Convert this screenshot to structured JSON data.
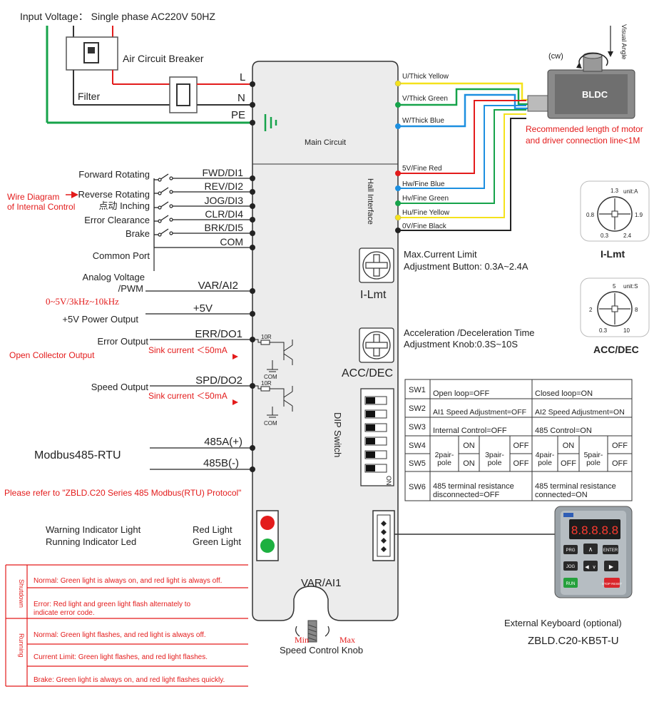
{
  "header": {
    "input_voltage": "Input Voltage：  Single phase AC220V 50HZ"
  },
  "power": {
    "breaker_label": "Air Circuit Breaker",
    "filter_label": "Filter",
    "L": "L",
    "N": "N",
    "PE": "PE",
    "main_circuit": "Main Circuit"
  },
  "motor": {
    "name": "BLDC",
    "cw": "(cw)",
    "visual_angle": "Visual Angle",
    "recommend_line1": "Recommended length of motor",
    "recommend_line2": "and driver connection line<1M",
    "wires": [
      {
        "label": "U/Thick Yellow",
        "color": "#f5e21b"
      },
      {
        "label": "V/Thick Green",
        "color": "#16a34a"
      },
      {
        "label": "W/Thick Blue",
        "color": "#1c8fe0"
      }
    ],
    "hall_interface": "Hall Interface",
    "hall_wires": [
      {
        "label": "5V/Fine Red",
        "color": "#e31b1b"
      },
      {
        "label": "Hw/Fine Blue",
        "color": "#1c8fe0"
      },
      {
        "label": "Hv/Fine Green",
        "color": "#16a34a"
      },
      {
        "label": "Hu/Fine Yellow",
        "color": "#f5e21b"
      },
      {
        "label": "0V/Fine Black",
        "color": "#222222"
      }
    ]
  },
  "inputs": {
    "wire_diagram_line1": "Wire Diagram",
    "wire_diagram_line2": "of Internal Control",
    "rows": [
      {
        "desc": "Forward Rotating",
        "pin": "FWD/DI1"
      },
      {
        "desc": "Reverse Rotating",
        "pin": "REV/DI2"
      },
      {
        "desc": "点动 Inching",
        "pin": "JOG/DI3"
      },
      {
        "desc": "Error Clearance",
        "pin": "CLR/DI4"
      },
      {
        "desc": "Brake",
        "pin": "BRK/DI5"
      }
    ],
    "com": "COM",
    "common_port": "Common Port"
  },
  "analog": {
    "desc_line1": "Analog Voltage",
    "desc_line2": "/PWM",
    "pin": "VAR/AI2",
    "range": "0~5V/3kHz~10kHz",
    "power_desc": "+5V Power Output",
    "power_pin": "+5V"
  },
  "outputs": {
    "error_desc": "Error Output",
    "error_pin": "ERR/DO1",
    "sink1": "Sink current ＜50mA",
    "open_collector": "Open Collector Output",
    "speed_desc": "Speed Output",
    "speed_pin": "SPD/DO2",
    "sink2": "Sink current ＜50mA",
    "r1": "10R",
    "r2": "10R",
    "com1": "COM",
    "com2": "COM"
  },
  "modbus": {
    "label": "Modbus485-RTU",
    "a": "485A(+)",
    "b": "485B(-)",
    "note": "Please refer to \"ZBLD.C20 Series 485 Modbus(RTU) Protocol\""
  },
  "knobs": {
    "ilmt_label": "I-Lmt",
    "ilmt_desc1": "Max.Current Limit",
    "ilmt_desc2": "Adjustment Button: 0.3A~2.4A",
    "acc_label": "ACC/DEC",
    "acc_desc1": "Acceleration /Deceleration Time",
    "acc_desc2": "Adjustment Knob:0.3S~10S",
    "dip_label": "DIP Switch",
    "dip_on": "ON",
    "dip_states": [
      0,
      0,
      0,
      0,
      0,
      0
    ]
  },
  "dials": {
    "ilmt": {
      "unit": "unit:A",
      "values": [
        "1.3",
        "0.8",
        "1.9",
        "0.3",
        "2.4"
      ],
      "title": "I-Lmt"
    },
    "acc": {
      "unit": "unit:S",
      "values": [
        "5",
        "2",
        "8",
        "0.3",
        "10"
      ],
      "title": "ACC/DEC"
    }
  },
  "sw_table": {
    "rows": [
      {
        "sw": "SW1",
        "off": "Open loop=OFF",
        "on": "Closed loop=ON"
      },
      {
        "sw": "SW2",
        "off": "AI1 Speed Adjustment=OFF",
        "on": "AI2 Speed Adjustment=ON"
      },
      {
        "sw": "SW3",
        "off": "Internal Control=OFF",
        "on": "485 Control=ON"
      }
    ],
    "sw4": "SW4",
    "sw5": "SW5",
    "pole_cells": [
      {
        "label": "2pair-pole",
        "sw4": "ON",
        "sw5": "ON"
      },
      {
        "label": "3pair-pole",
        "sw4": "OFF",
        "sw5": "OFF"
      },
      {
        "label": "4pair-pole",
        "sw4": "ON",
        "sw5": "OFF"
      },
      {
        "label": "5pair-pole",
        "sw4": "OFF",
        "sw5": "OFF"
      }
    ],
    "sw6": "SW6",
    "sw6_off_line1": "485 terminal resistance",
    "sw6_off_line2": "disconnected=OFF",
    "sw6_on_line1": "485 terminal resistance",
    "sw6_on_line2": "connected=ON"
  },
  "indicators": {
    "warning": "Warning Indicator Light",
    "running": "Running Indicator Led",
    "red": "Red Light",
    "green": "Green Light"
  },
  "status": {
    "shutdown": "Shutdown",
    "running": "Running",
    "lines": [
      "Normal: Green light is always on, and red light is always off.",
      "Error: Red light and green light flash alternately to",
      "indicate error code.",
      "Normal: Green light flashes, and red light is always off.",
      "Current Limit: Green light flashes, and red light flashes.",
      "Brake: Green light is always on, and red light flashes quickly."
    ]
  },
  "bottom": {
    "var_ai1": "VAR/AI1",
    "min": "Min",
    "max": "Max",
    "knob_label": "Speed Control Knob"
  },
  "keyboard": {
    "title": "External Keyboard (optional)",
    "model": "ZBLD.C20-KB5T-U",
    "display": "8.8.8.8.8",
    "keys": [
      "PRG",
      "∧",
      "ENTER",
      "JOG",
      "◀",
      "∨",
      "▶",
      "RUN",
      "STOP RESET"
    ]
  }
}
